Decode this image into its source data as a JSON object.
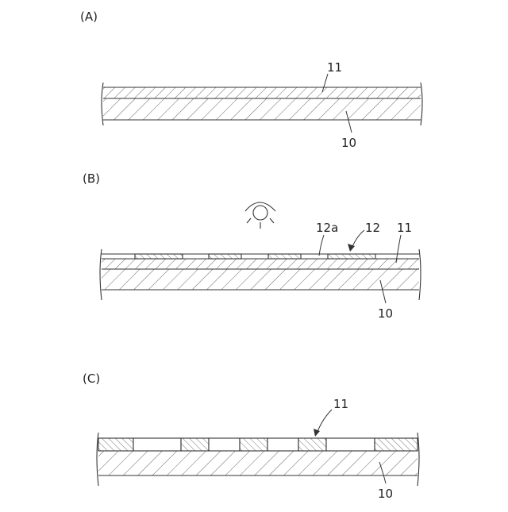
{
  "panels": [
    {
      "id": "A",
      "label": "(A)",
      "refs": [
        {
          "id": "top_layer",
          "text": "11"
        },
        {
          "id": "substrate",
          "text": "10"
        }
      ]
    },
    {
      "id": "B",
      "label": "(B)",
      "refs": [
        {
          "id": "opening",
          "text": "12a"
        },
        {
          "id": "mask",
          "text": "12"
        },
        {
          "id": "top_layer",
          "text": "11"
        },
        {
          "id": "substrate",
          "text": "10"
        }
      ],
      "icon": "light-source-icon"
    },
    {
      "id": "C",
      "label": "(C)",
      "refs": [
        {
          "id": "top_layer",
          "text": "11"
        },
        {
          "id": "substrate",
          "text": "10"
        }
      ]
    }
  ],
  "colors": {
    "line": "#333333",
    "hatch": "#555555",
    "background": "#ffffff"
  }
}
